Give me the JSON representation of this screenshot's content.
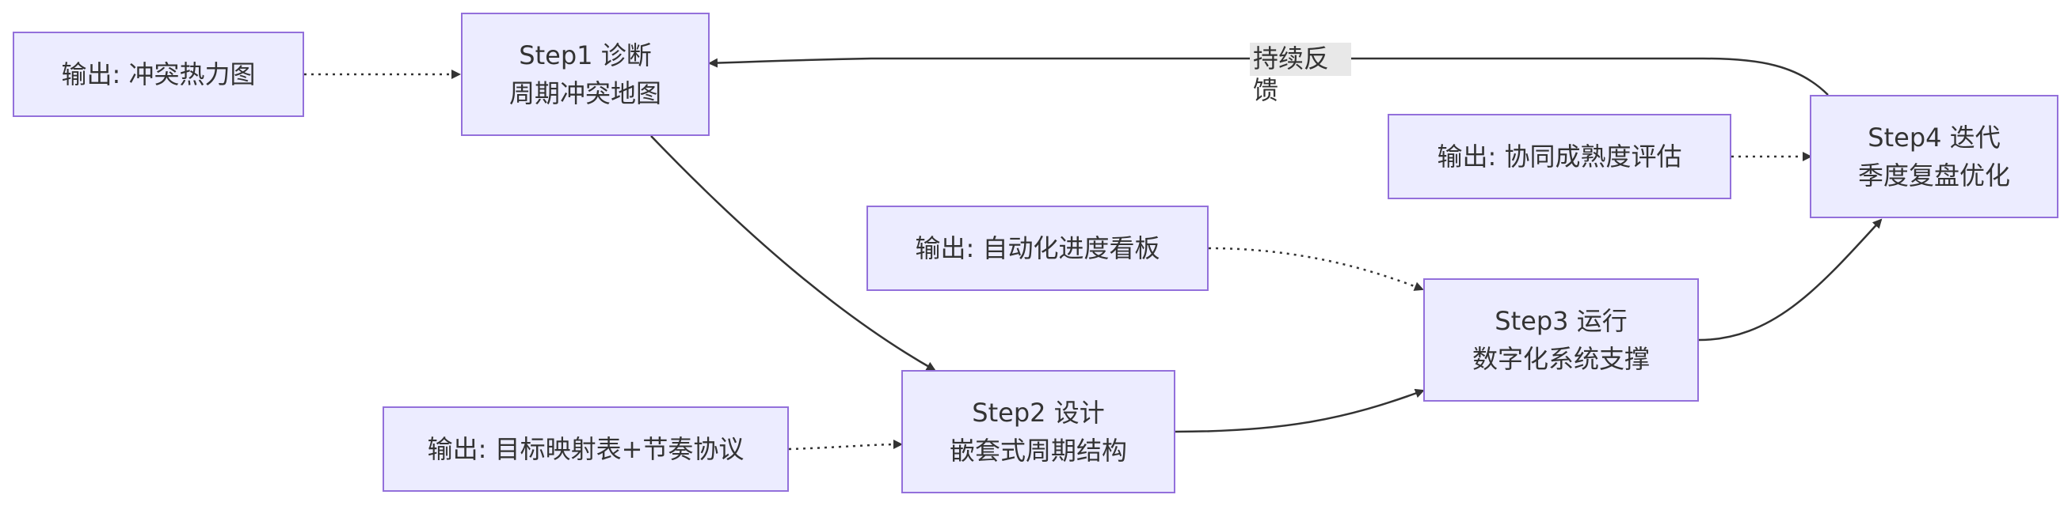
{
  "nodes": {
    "out1": {
      "label": "输出: 冲突热力图"
    },
    "step1": {
      "line1": "Step1 诊断",
      "line2": "周期冲突地图"
    },
    "out2": {
      "label": "输出: 目标映射表+节奏协议"
    },
    "step2": {
      "line1": "Step2 设计",
      "line2": "嵌套式周期结构"
    },
    "out3": {
      "label": "输出: 自动化进度看板"
    },
    "step3": {
      "line1": "Step3 运行",
      "line2": "数字化系统支撑"
    },
    "out4": {
      "label": "输出: 协同成熟度评估"
    },
    "step4": {
      "line1": "Step4 迭代",
      "line2": "季度复盘优化"
    }
  },
  "edges": {
    "feedback_label": "持续反馈"
  },
  "colors": {
    "node_fill": "#ececff",
    "node_border": "#9370db",
    "edge": "#333333",
    "label_bg": "#e8e8e8"
  }
}
